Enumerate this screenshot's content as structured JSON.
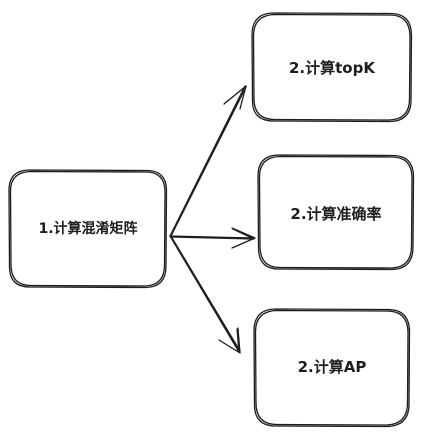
{
  "diagram": {
    "source": {
      "label": "1.计算混淆矩阵"
    },
    "targets": [
      {
        "label": "2.计算topK"
      },
      {
        "label": "2.计算准确率"
      },
      {
        "label": "2.计算AP"
      }
    ]
  }
}
